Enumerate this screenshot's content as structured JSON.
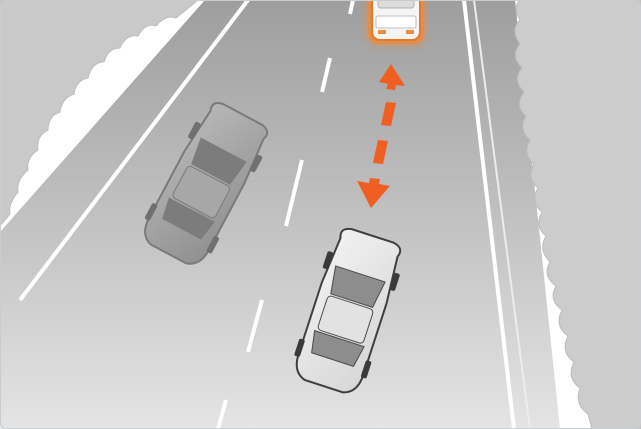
{
  "diagram": {
    "colors": {
      "background": "#ffffff",
      "road_light": "#d8d8d8",
      "road_dark": "#9e9e9e",
      "lane_marking": "#ffffff",
      "shrub": "#c7c7c7",
      "car_body": "#e6e6e6",
      "car_outline": "#4a4a4a",
      "car_glass": "#9a9a9a",
      "car_ghost": "#a8a8a8",
      "lead_car_glow": "#f08a3c",
      "lead_car_body": "#f3f3f3",
      "distance_arrow": "#ef5f22",
      "frame": "#c9cdd1"
    },
    "elements": [
      {
        "name": "road",
        "icon": "highway-road"
      },
      {
        "name": "left-shrubs",
        "icon": "roadside-bushes"
      },
      {
        "name": "right-shrubs",
        "icon": "roadside-bushes"
      },
      {
        "name": "lead-vehicle",
        "icon": "car-top-view-highlighted"
      },
      {
        "name": "overtaking-vehicle",
        "icon": "car-top-view-faded"
      },
      {
        "name": "ego-vehicle",
        "icon": "car-top-view"
      },
      {
        "name": "following-distance-arrow",
        "icon": "double-headed-dashed-arrow"
      }
    ]
  }
}
